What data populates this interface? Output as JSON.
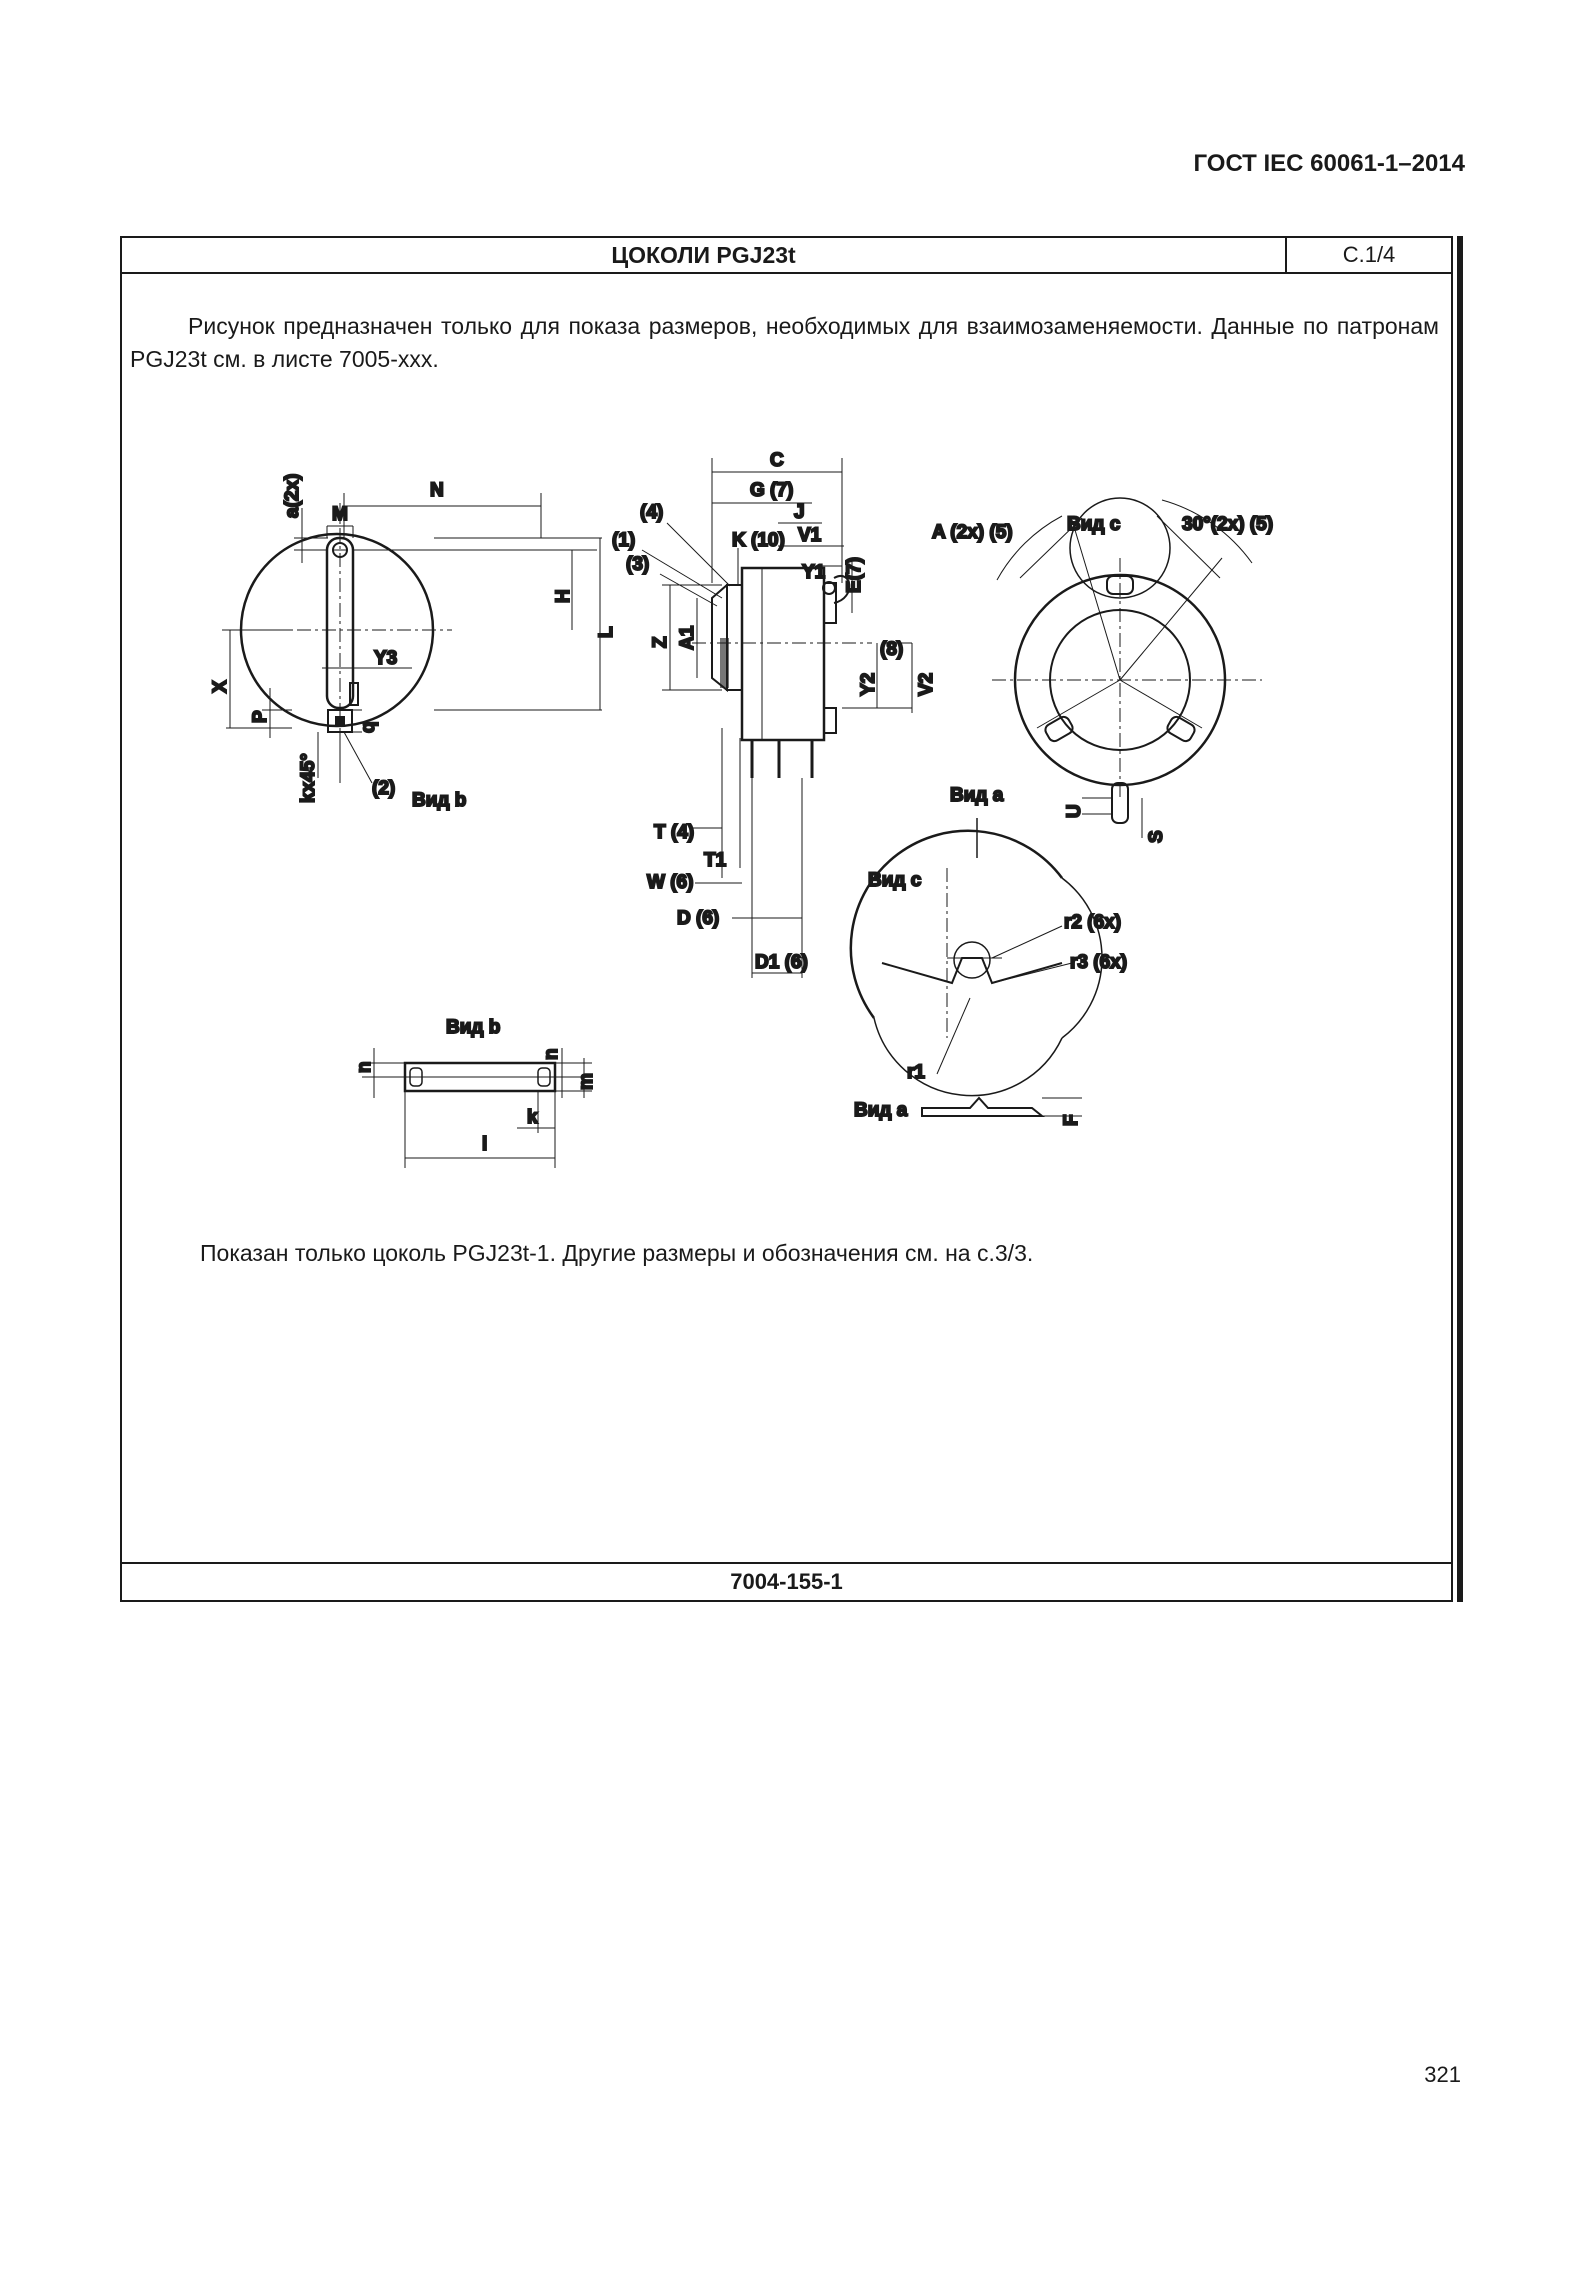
{
  "header": {
    "standard": "ГОСТ IEC 60061-1–2014"
  },
  "sheet": {
    "title": "ЦОКОЛИ PGJ23t",
    "number": "С.1/4",
    "intro": "Рисунок предназначен только для показа размеров, необходимых для взаимозаменяемости. Данные по патронам PGJ23t см. в листе 7005-xxx.",
    "note": "Показан только цоколь PGJ23t-1. Другие размеры и обозначения см. на с.3/3.",
    "code": "7004-155-1"
  },
  "drawing_labels": {
    "N": "N",
    "M": "M",
    "a2x": "a(2x)",
    "H": "H",
    "L": "L",
    "Y3": "Y3",
    "X": "X",
    "P": "P",
    "q": "q",
    "kx45": "kx45°",
    "n2": "(2)",
    "vid_b": "Вид b",
    "C": "C",
    "G7": "G (7)",
    "J": "J",
    "V1": "V1",
    "Y1": "Y1",
    "E7": "E(7)",
    "n4": "(4)",
    "n1": "(1)",
    "n3": "(3)",
    "K10": "K (10)",
    "Z": "Z",
    "A1": "A1",
    "Y2": "Y2",
    "n8": "(8)",
    "V2": "V2",
    "T4": "T (4)",
    "T1": "T1",
    "W6": "W (6)",
    "D6": "D (6)",
    "D16": "D1 (6)",
    "A2x5": "A (2x) (5)",
    "vid_c": "Вид c",
    "deg30": "30°(2x) (5)",
    "U": "U",
    "S": "S",
    "vid_a": "Вид a",
    "r2": "r2 (6x)",
    "r3": "r3 (6x)",
    "r1": "r1",
    "F": "F",
    "vid_b2": "Вид b",
    "n_small": "n",
    "m": "m",
    "k": "k",
    "l": "l"
  },
  "page_number": "321"
}
